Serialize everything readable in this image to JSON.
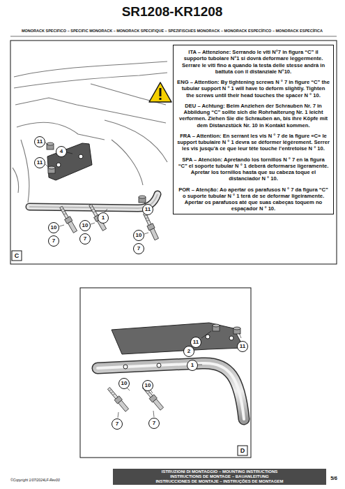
{
  "diagram": {
    "title": "SR1208-KR1208",
    "nodes": [
      {
        "text": [
          "ITA – Attenzione: Serrando le viti N°7 in figura “C” il supporto tubolare N°1 si dovrà deformare leggermente. Serrare le viti fino a quando la testa delle stesse andrà in battuta con il distanziale N°10.",
          "ENG – Attention: By tightening screws N ° 7 in figure “C” the tubular support N ° 1 will have to deform slightly. Tighten the screws until their head touches the spacer N ° 10.",
          "DEU – Achtung: Beim Anziehen der Schrauben Nr. 7 in Abbildung “C” sollte sich die Rohrhalterung Nr. 1 leicht verformen. Ziehen Sie die Schrauben an, bis ihre Köpfe mit dem Distanzstück Nr. 10 in Kontakt kommen.",
          "FRA – Attention: En serrant les vis N ° 7 de la figure «C» le support tubulaire N ° 1 devra se déformer légèrement. Serrer les vis jusqu’à ce que leur tête touche l’entretoise N ° 10.",
          "SPA – Atención: Apretando los tornillos N ° 7 en la figura “C” el soporte tubular N ° 1 deberá deformarse ligeramente. Apretar los tornillos hasta que su cabeza toque el distanciador N ° 10.",
          "POR – Atenção: Ao apertar os parafusos N ° 7 da figura “C” o suporte tubular N ° 1 terá de se deformar ligeiramente. Apertar os parafusos até que suas cabeças toquem no espaçador N ° 10."
        ]
      },
      {
        "text": [
          "ISTRUZIONI DI MONTAGGIO – MOUNTING INSTRUCTIONS",
          "INSTRUCTIONS DE MONTAGE – BAUANLEITUNG",
          "INSTRUCCIONES DE MONTAJE – INSTRUÇÕES DE MONTAGEM"
        ]
      }
    ],
    "labels": [
      "MONORACK SPECIFICO – SPECIFIC MONORACK – MONORACK SPECIFIQUE – SPEZIFISCHES MONORACK – MONORACK ESPECÍFICO – MONORACK ESPECÍFICA",
      "11",
      "4",
      "11",
      "1",
      "11",
      "10",
      "7",
      "10",
      "7",
      "10",
      "7",
      "C",
      "11",
      "2",
      "11",
      "1",
      "10",
      "7",
      "10",
      "7",
      "D",
      "©Copyright 1/07/2024LF-Rev00",
      "5/6"
    ]
  }
}
